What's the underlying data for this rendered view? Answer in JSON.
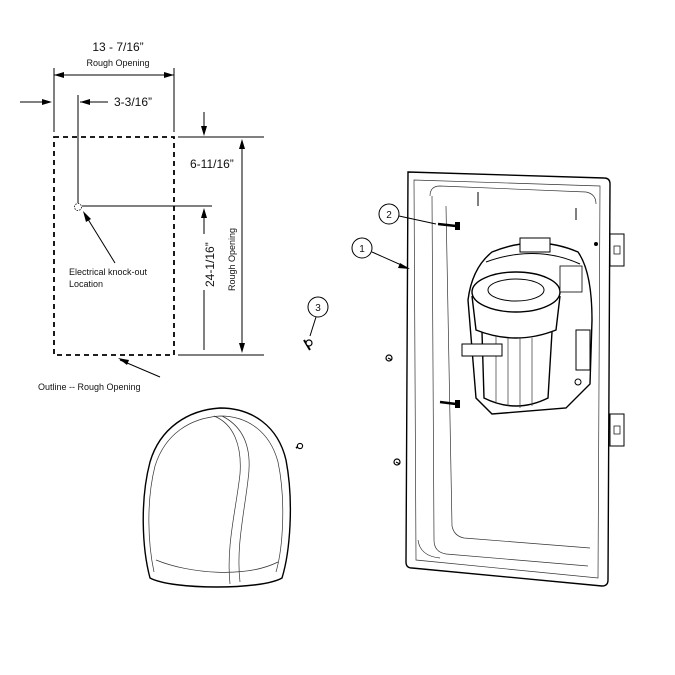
{
  "rough_opening_width": {
    "value": "13 - 7/16”",
    "caption": "Rough Opening"
  },
  "knockout_offset_x": "3-3/16”",
  "top_offset": "6-11/16”",
  "knockout_offset_y": "24-1/16”",
  "rough_opening_height_caption": "Rough Opening",
  "knockout_label": {
    "line1": "Electrical knock-out",
    "line2": "Location"
  },
  "outline_label": "Outline -- Rough Opening",
  "callouts": {
    "c1": "1",
    "c2": "2",
    "c3": "3"
  }
}
